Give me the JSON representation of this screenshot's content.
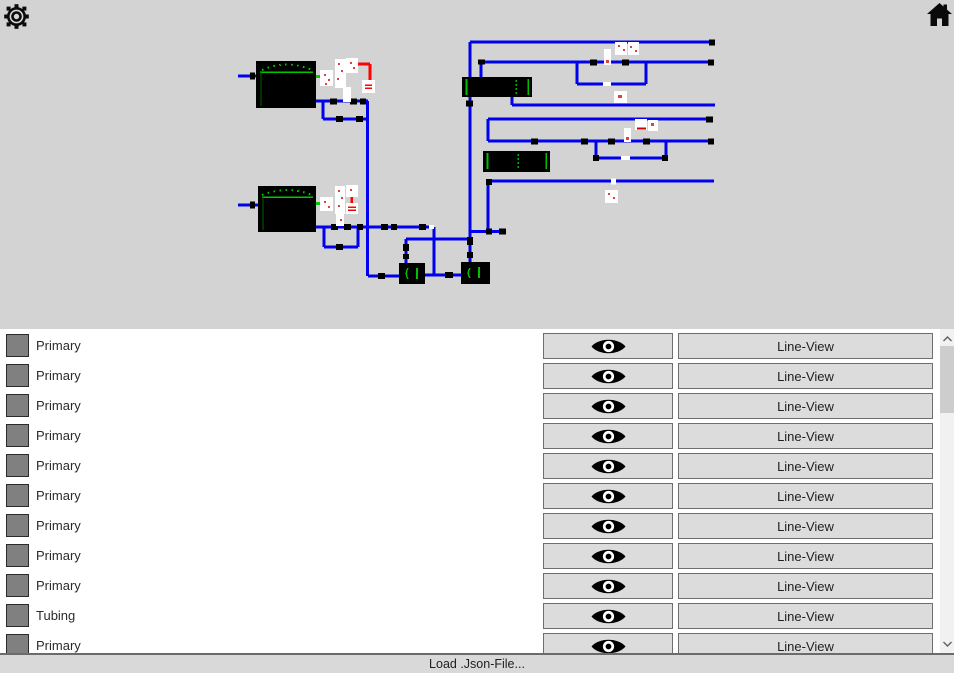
{
  "header": {
    "settings_icon": "gear",
    "home_icon": "home"
  },
  "schematic": {
    "description": "piping-and-instrumentation line diagram",
    "colors": {
      "background": "#d3d3d3",
      "pipe_blue": "#0000ee",
      "vessel_black": "#000000",
      "accent_green": "#00c000",
      "alert_red": "#ff0000",
      "component_white": "#ffffff"
    }
  },
  "list": {
    "rows": [
      {
        "label": "Primary",
        "line_view": "Line-View"
      },
      {
        "label": "Primary",
        "line_view": "Line-View"
      },
      {
        "label": "Primary",
        "line_view": "Line-View"
      },
      {
        "label": "Primary",
        "line_view": "Line-View"
      },
      {
        "label": "Primary",
        "line_view": "Line-View"
      },
      {
        "label": "Primary",
        "line_view": "Line-View"
      },
      {
        "label": "Primary",
        "line_view": "Line-View"
      },
      {
        "label": "Primary",
        "line_view": "Line-View"
      },
      {
        "label": "Primary",
        "line_view": "Line-View"
      },
      {
        "label": "Tubing",
        "line_view": "Line-View"
      },
      {
        "label": "Primary",
        "line_view": "Line-View"
      }
    ],
    "eye_icon": "eye",
    "swatch_color": "#808080"
  },
  "scrollbar": {
    "up_icon": "chevron-up",
    "down_icon": "chevron-down"
  },
  "status_bar": {
    "label": "Load .Json-File..."
  },
  "ui_colors": {
    "button_background": "#dcdcdc",
    "button_border": "#6e6e6e",
    "list_background": "#ffffff",
    "statusbar_background": "#d9d9d9"
  }
}
